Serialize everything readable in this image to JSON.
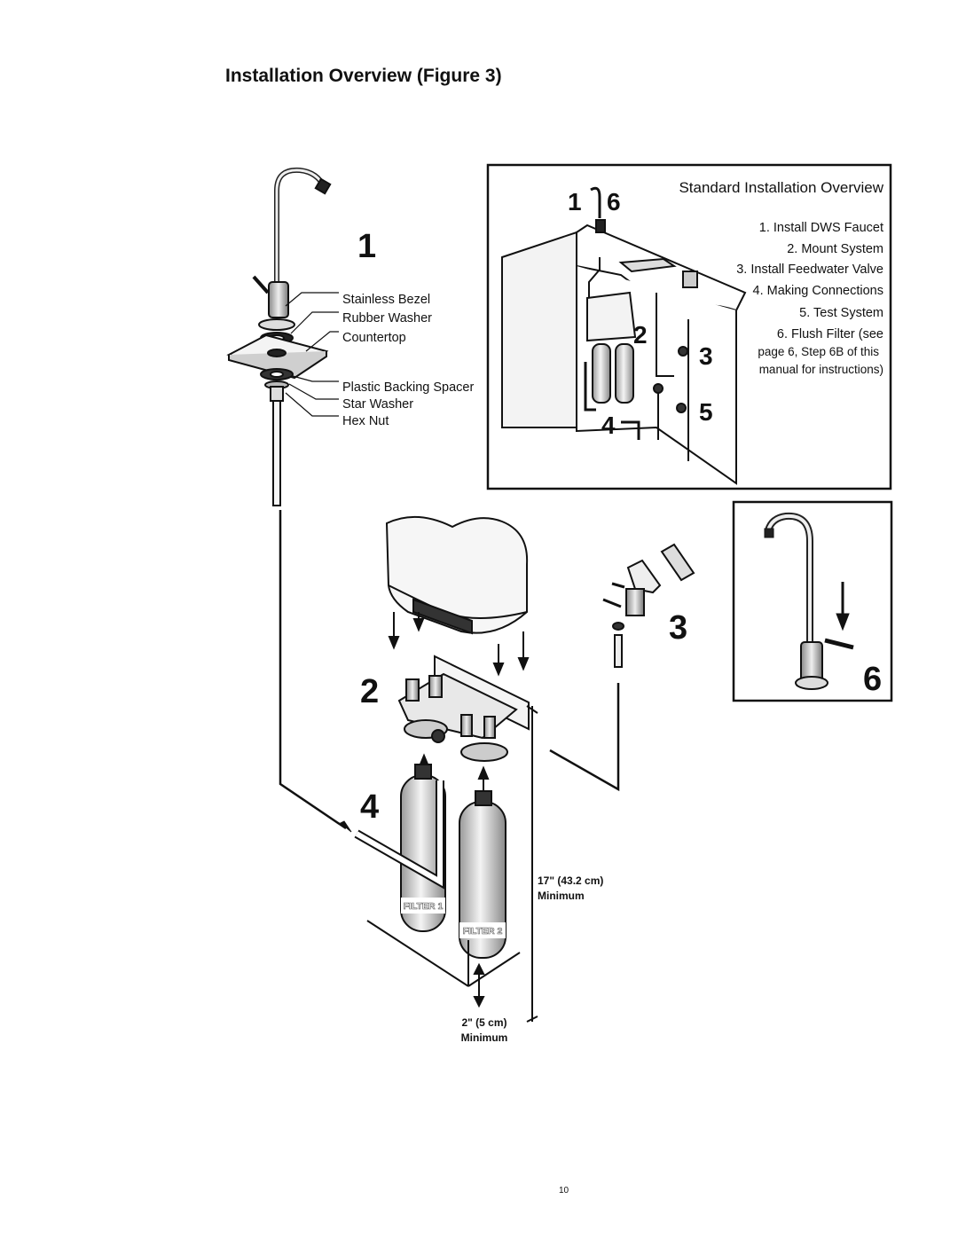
{
  "title": "Installation Overview (Figure 3)",
  "faucet_parts": [
    "Stainless Bezel",
    "Rubber Washer",
    "Countertop",
    "Plastic Backing Spacer",
    "Star Washer",
    "Hex Nut"
  ],
  "step_numbers": {
    "s1": "1",
    "s2": "2",
    "s3": "3",
    "s4": "4",
    "s5": "5",
    "s6": "6"
  },
  "overview_box": {
    "title": "Standard Installation Overview",
    "steps": [
      "1. Install DWS Faucet",
      "2. Mount System",
      "3. Install Feedwater Valve",
      "4. Making Connections",
      "5. Test System",
      "6. Flush Filter (see",
      "page 6, Step 6B of this",
      "manual for instructions)"
    ]
  },
  "filters": {
    "f1": "FILTER 1",
    "f2": "FILTER 2"
  },
  "dimensions": {
    "top_line1": "17\" (43.2 cm)",
    "top_line2": "Minimum",
    "bottom_line1": "2\" (5 cm)",
    "bottom_line2": "Minimum"
  },
  "page_number": "10"
}
